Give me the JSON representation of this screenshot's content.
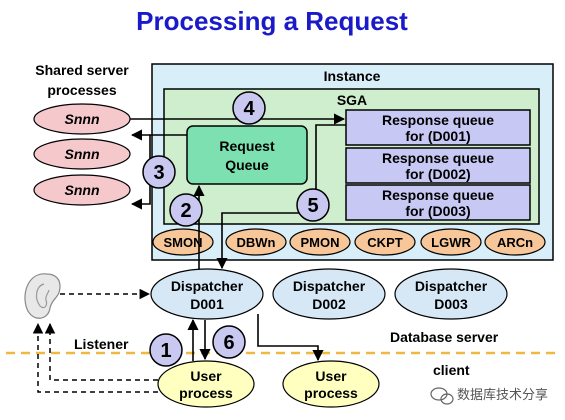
{
  "title": "Processing a Request",
  "shared_servers": {
    "label_line1": "Shared server",
    "label_line2": "processes",
    "items": [
      "Snnn",
      "Snnn",
      "Snnn"
    ]
  },
  "instance": {
    "label": "Instance",
    "sga": {
      "label": "SGA",
      "request_queue": {
        "line1": "Request",
        "line2": "Queue"
      },
      "response_queues": [
        {
          "line1": "Response queue",
          "line2": "for (D001)"
        },
        {
          "line1": "Response queue",
          "line2": "for (D002)"
        },
        {
          "line1": "Response queue",
          "line2": "for (D003)"
        }
      ]
    },
    "background_processes": [
      "SMON",
      "DBWn",
      "PMON",
      "CKPT",
      "LGWR",
      "ARCn"
    ]
  },
  "dispatchers": [
    {
      "line1": "Dispatcher",
      "line2": "D001"
    },
    {
      "line1": "Dispatcher",
      "line2": "D002"
    },
    {
      "line1": "Dispatcher",
      "line2": "D003"
    }
  ],
  "steps": [
    "1",
    "2",
    "3",
    "4",
    "5",
    "6"
  ],
  "listener_label": "Listener",
  "database_server_label": "Database server",
  "client_label": "client",
  "user_processes": [
    {
      "line1": "User",
      "line2": "process"
    },
    {
      "line1": "User",
      "line2": "process"
    }
  ],
  "watermark": "数据库技术分享",
  "colors": {
    "title": "#1a1ac8",
    "instance_fill": "#d8eef8",
    "sga_fill": "#cfeecd",
    "request_queue_fill": "#7de0b0",
    "response_queue_fill": "#c8c8f4",
    "background_process_fill": "#f7c79a",
    "shared_server_fill": "#f5c8cc",
    "dispatcher_fill": "#d6e8f6",
    "user_process_fill": "#ffffc0",
    "step_circle_fill": "#c8c8f0",
    "boundary_line": "#f0b840"
  }
}
